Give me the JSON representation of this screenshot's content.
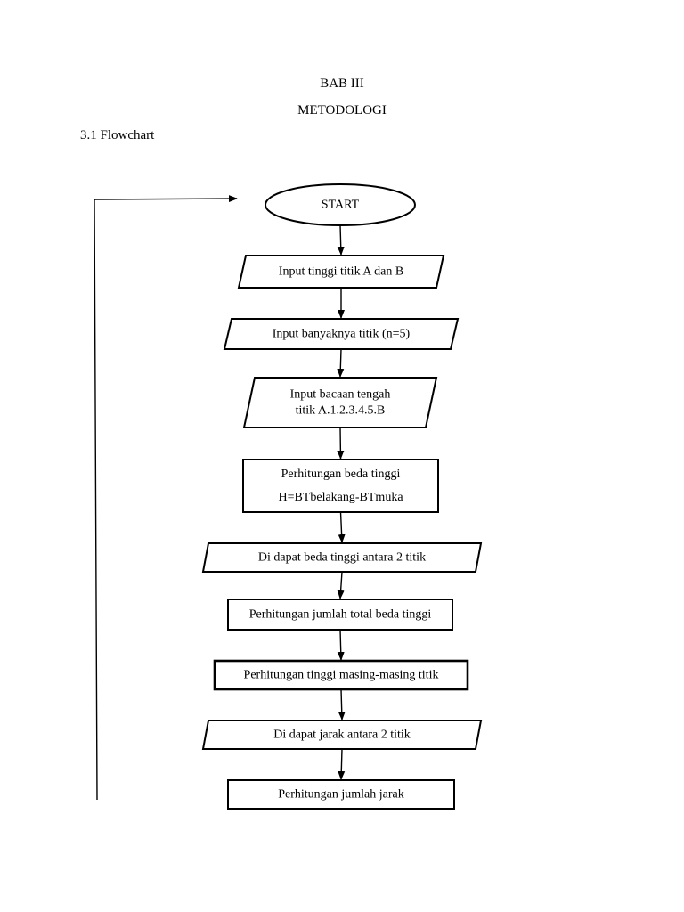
{
  "document": {
    "chapter": "BAB III",
    "chapter_title": "METODOLOGI",
    "section_title": "3.1 Flowchart"
  },
  "flowchart": {
    "nodes": [
      {
        "id": "start",
        "shape": "terminator",
        "lines": [
          "START"
        ]
      },
      {
        "id": "input-height-ab",
        "shape": "io",
        "lines": [
          "Input tinggi titik A dan B"
        ]
      },
      {
        "id": "input-point-count",
        "shape": "io",
        "lines": [
          "Input banyaknya titik (n=5)"
        ]
      },
      {
        "id": "input-middle-reading",
        "shape": "io",
        "lines": [
          "Input bacaan tengah",
          "titik A.1.2.3.4.5.B"
        ]
      },
      {
        "id": "calc-height-diff",
        "shape": "process",
        "lines": [
          "Perhitungan beda tinggi",
          "H=BTbelakang-BTmuka"
        ]
      },
      {
        "id": "height-diff-result",
        "shape": "io",
        "lines": [
          "Di dapat beda tinggi antara 2 titik"
        ]
      },
      {
        "id": "calc-total-height-diff",
        "shape": "process",
        "lines": [
          "Perhitungan jumlah total beda tinggi"
        ]
      },
      {
        "id": "calc-each-point-height",
        "shape": "process",
        "lines": [
          "Perhitungan tinggi masing-masing titik"
        ]
      },
      {
        "id": "distance-result",
        "shape": "io",
        "lines": [
          "Di dapat jarak antara 2 titik"
        ]
      },
      {
        "id": "calc-total-distance",
        "shape": "process",
        "lines": [
          "Perhitungan jumlah jarak"
        ]
      }
    ],
    "edges": [
      {
        "from": "start",
        "to": "input-height-ab"
      },
      {
        "from": "input-height-ab",
        "to": "input-point-count"
      },
      {
        "from": "input-point-count",
        "to": "input-middle-reading"
      },
      {
        "from": "input-middle-reading",
        "to": "calc-height-diff"
      },
      {
        "from": "calc-height-diff",
        "to": "height-diff-result"
      },
      {
        "from": "height-diff-result",
        "to": "calc-total-height-diff"
      },
      {
        "from": "calc-total-height-diff",
        "to": "calc-each-point-height"
      },
      {
        "from": "calc-each-point-height",
        "to": "distance-result"
      },
      {
        "from": "distance-result",
        "to": "calc-total-distance"
      },
      {
        "from": "calc-total-distance",
        "to": "start",
        "style": "loop-back"
      }
    ]
  }
}
